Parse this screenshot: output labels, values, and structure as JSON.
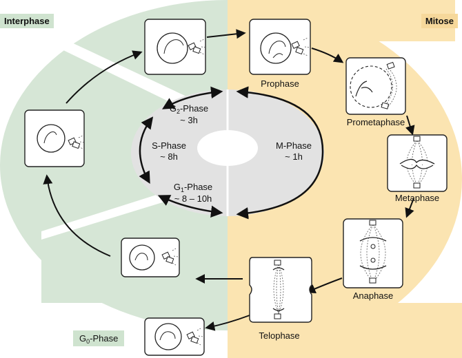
{
  "sections": {
    "interphase": "Interphase",
    "mitose": "Mitose"
  },
  "phases": {
    "g2": {
      "prefix": "G",
      "sub": "2",
      "suffix": "-Phase",
      "duration": "~ 3h"
    },
    "s": {
      "name": "S-Phase",
      "duration": "~ 8h"
    },
    "g1": {
      "prefix": "G",
      "sub": "1",
      "suffix": "-Phase",
      "duration": "~ 8 – 10h"
    },
    "m": {
      "name": "M-Phase",
      "duration": "~ 1h"
    },
    "g0": {
      "prefix": "G",
      "sub": "0",
      "suffix": "-Phase"
    }
  },
  "mitosis_stages": {
    "prophase": "Prophase",
    "prometaphase": "Prometaphase",
    "metaphase": "Metaphase",
    "anaphase": "Anaphase",
    "telophase": "Telophase"
  },
  "colors": {
    "interphase_bg": "#d6e6d6",
    "mitose_bg": "#fbe4b1",
    "tag_green": "#cfe3cf",
    "tag_orange": "#f6d89b",
    "inner_gray": "#e2e2e2"
  }
}
